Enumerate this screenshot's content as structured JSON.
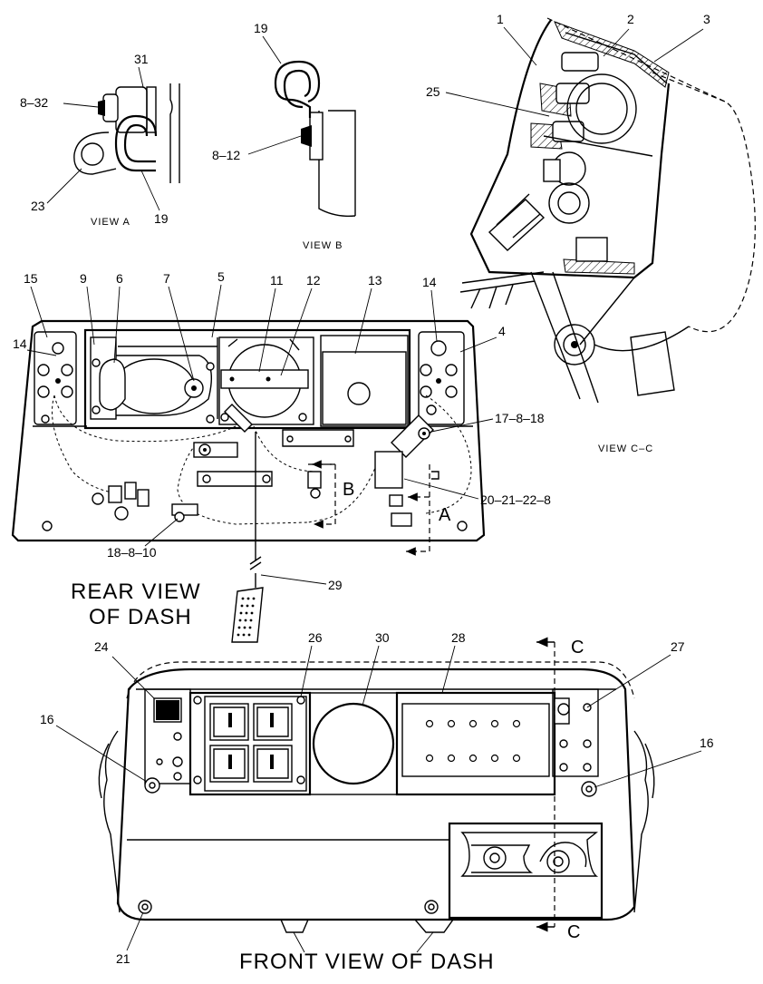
{
  "callouts": {
    "c1": "1",
    "c2": "2",
    "c3": "3",
    "c25": "25",
    "c19a": "19",
    "c8_12": "8–12",
    "c31": "31",
    "c8_32": "8–32",
    "c23": "23",
    "c19b": "19",
    "c15": "15",
    "c9": "9",
    "c6": "6",
    "c7": "7",
    "c5": "5",
    "c11": "11",
    "c12": "12",
    "c13": "13",
    "c14a": "14",
    "c14b": "14",
    "c4": "4",
    "c17_8_18": "17–8–18",
    "c20_21_22_8": "20–21–22–8",
    "c18_8_10": "18–8–10",
    "c29": "29",
    "c24": "24",
    "c26": "26",
    "c30": "30",
    "c28": "28",
    "c27": "27",
    "c16a": "16",
    "c16b": "16",
    "c21": "21"
  },
  "view_labels": {
    "view_a": "VIEW A",
    "view_b": "VIEW B",
    "view_cc": "VIEW C–C"
  },
  "titles": {
    "rear_line1": "REAR VIEW",
    "rear_line2": "OF DASH",
    "front": "FRONT VIEW OF DASH"
  },
  "section_markers": {
    "a": "A",
    "b": "B",
    "c_top": "C",
    "c_bottom": "C"
  }
}
